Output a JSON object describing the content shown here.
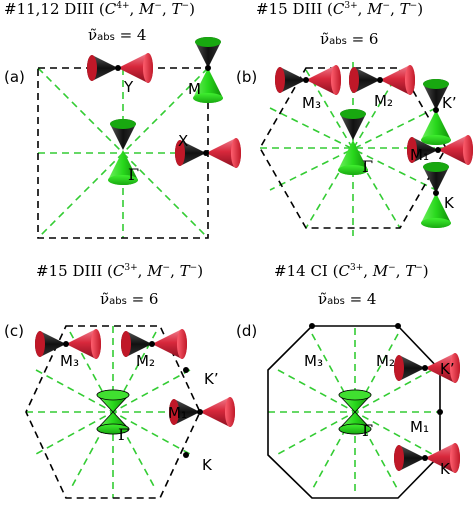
{
  "panels": [
    {
      "letter": "(a)",
      "title": {
        "number": "#11,12",
        "class": "DIII",
        "sym": [
          "C",
          "4",
          "+",
          "M",
          "−",
          "T",
          "−"
        ]
      },
      "nu": {
        "value": "4"
      },
      "points": [
        "Y",
        "M",
        "X",
        "Γ"
      ]
    },
    {
      "letter": "(b)",
      "title": {
        "number": "#15",
        "class": "DIII",
        "sym": [
          "C",
          "3",
          "+",
          "M",
          "−",
          "T",
          "−"
        ]
      },
      "nu": {
        "value": "6"
      },
      "points": [
        "M₃",
        "M₂",
        "K’",
        "M₁",
        "K",
        "Γ"
      ]
    },
    {
      "letter": "(c)",
      "title": {
        "number": "#15",
        "class": "DIII",
        "sym": [
          "C",
          "3",
          "+",
          "M",
          "−",
          "T",
          "−"
        ]
      },
      "nu": {
        "value": "6"
      },
      "points": [
        "M₃",
        "M₂",
        "K’",
        "M₁",
        "K",
        "Γ"
      ]
    },
    {
      "letter": "(d)",
      "title": {
        "number": "#14",
        "class": "CI",
        "sym": [
          "C",
          "3",
          "+",
          "M",
          "−",
          "T",
          "−"
        ]
      },
      "nu": {
        "value": "4"
      },
      "points": [
        "M₃",
        "M₂",
        "K’",
        "M₁",
        "K",
        "Γ"
      ]
    }
  ],
  "nu_symbol": "ν̃",
  "nu_subscript": "abs",
  "colors": {
    "cone_red": "#d8283c",
    "cone_green": "#28d81c",
    "dash_green": "#33cc33",
    "line_black": "#000000"
  }
}
